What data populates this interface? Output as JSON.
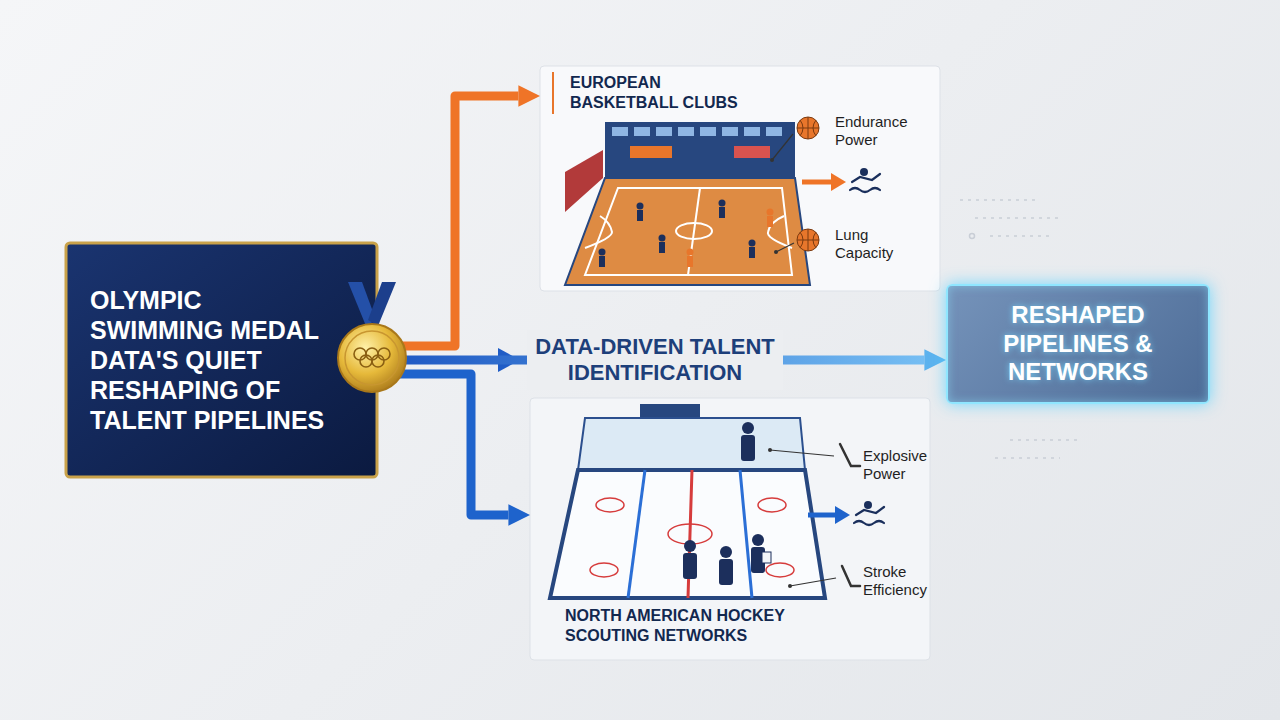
{
  "diagram": {
    "nodes": [
      {
        "text": [
          "OLYMPIC SWIMMING MEDAL DATA'S QUIET RESHAPING OF TALENT PIPELINES"
        ]
      },
      {
        "text": [
          "EUROPEAN BASKETBALL CLUBS"
        ]
      },
      {
        "text": [
          "NORTH AMERICAN HOCKEY SCOUTING NETWORKS"
        ]
      },
      {
        "text": [
          "RESHAPED PIPELINES & NETWORKS"
        ]
      }
    ],
    "edges": [
      {
        "from": 0,
        "to": 1,
        "arrow": "to"
      },
      {
        "from": 0,
        "to": 3,
        "arrow": "to",
        "label": "DATA-DRIVEN TALENT IDENTIFICATION"
      },
      {
        "from": 0,
        "to": 2,
        "arrow": "to"
      }
    ],
    "labels": [
      "Endurance Power",
      "Lung Capacity",
      "Explosive Power",
      "Stroke Efficiency"
    ]
  }
}
